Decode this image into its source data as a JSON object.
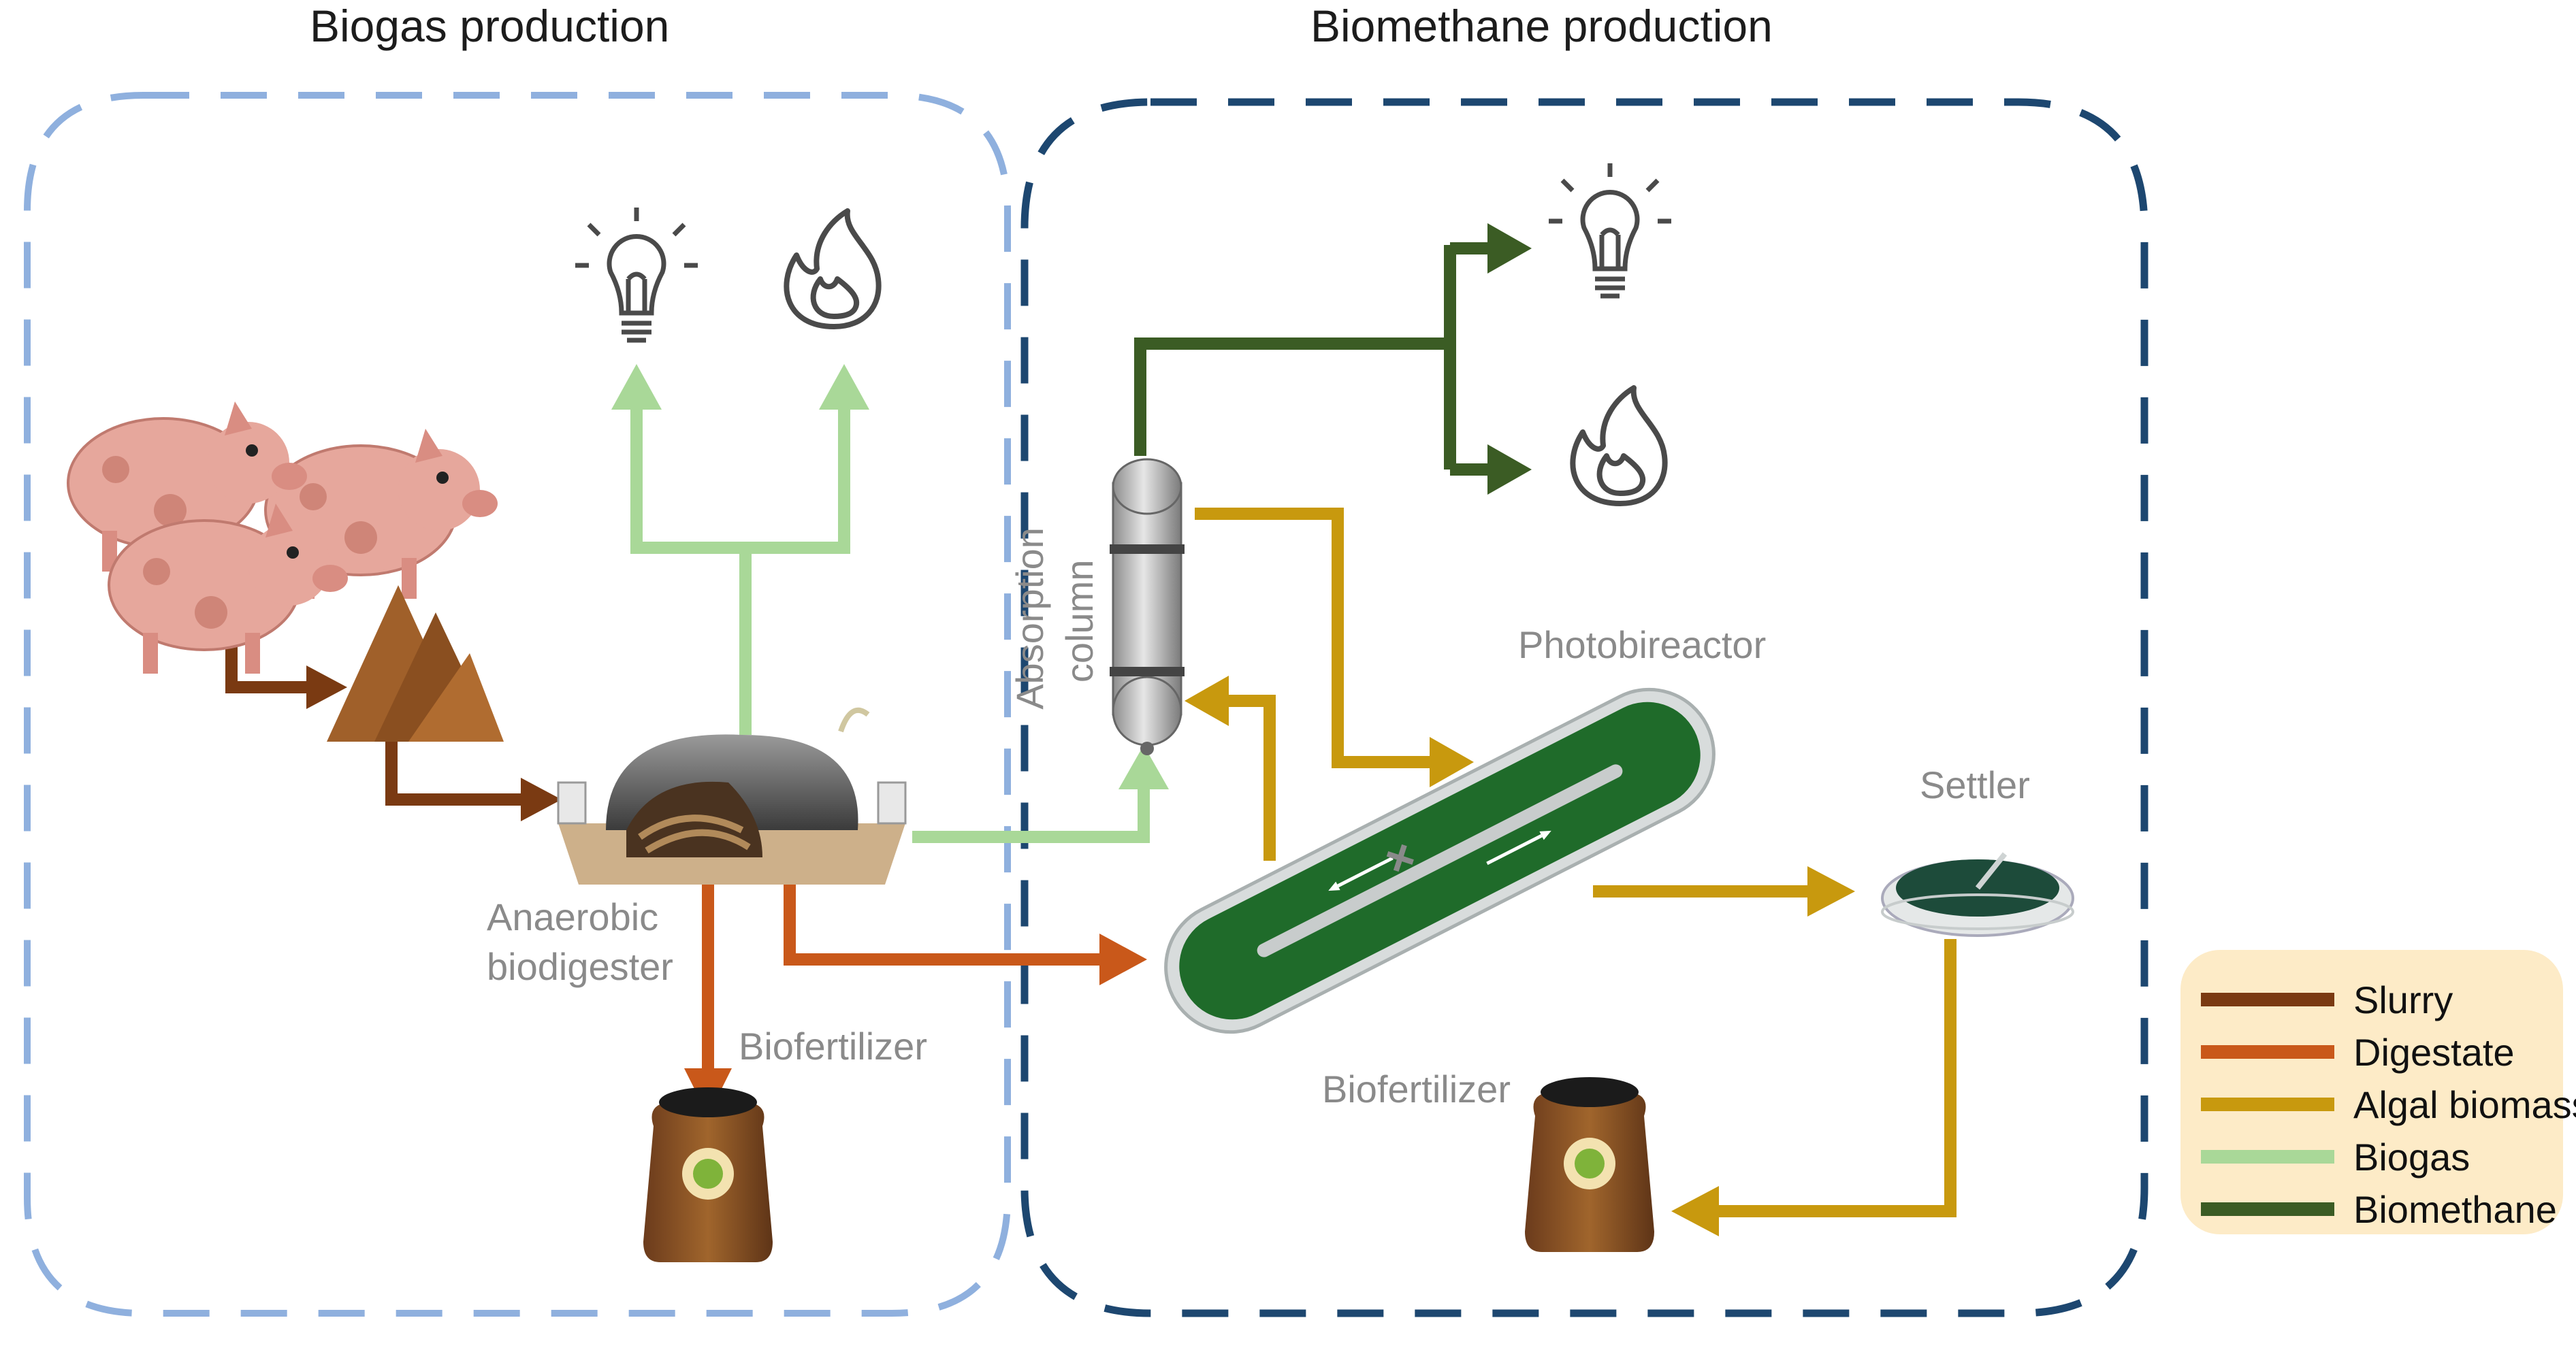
{
  "sections": {
    "biogas_title": "Biogas production",
    "biomethane_title": "Biomethane production"
  },
  "labels": {
    "absorption_column": [
      "Absorption",
      "column"
    ],
    "photobioreactor": "Photobireactor",
    "settler": "Settler",
    "anaerobic_biodigester": [
      "Anaerobic",
      "biodigester"
    ],
    "biofertilizer_left": "Biofertilizer",
    "biofertilizer_right": "Biofertilizer"
  },
  "legend": [
    {
      "label": "Slurry",
      "color": "#7a3a12"
    },
    {
      "label": "Digestate",
      "color": "#c9581a"
    },
    {
      "label": "Algal biomass",
      "color": "#c8990e"
    },
    {
      "label": "Biogas",
      "color": "#a9d898"
    },
    {
      "label": "Biomethane",
      "color": "#3b5c24"
    }
  ],
  "colors": {
    "biogas_box": "#8fb0de",
    "biomethane_box": "#1d4770",
    "legend_bg": "#fdebc7"
  },
  "icons": [
    "pig-icon",
    "manure-pile-icon",
    "biodigester-icon",
    "lightbulb-icon",
    "flame-icon",
    "absorption-column-icon",
    "photobioreactor-icon",
    "settler-icon",
    "fertilizer-bag-icon"
  ]
}
